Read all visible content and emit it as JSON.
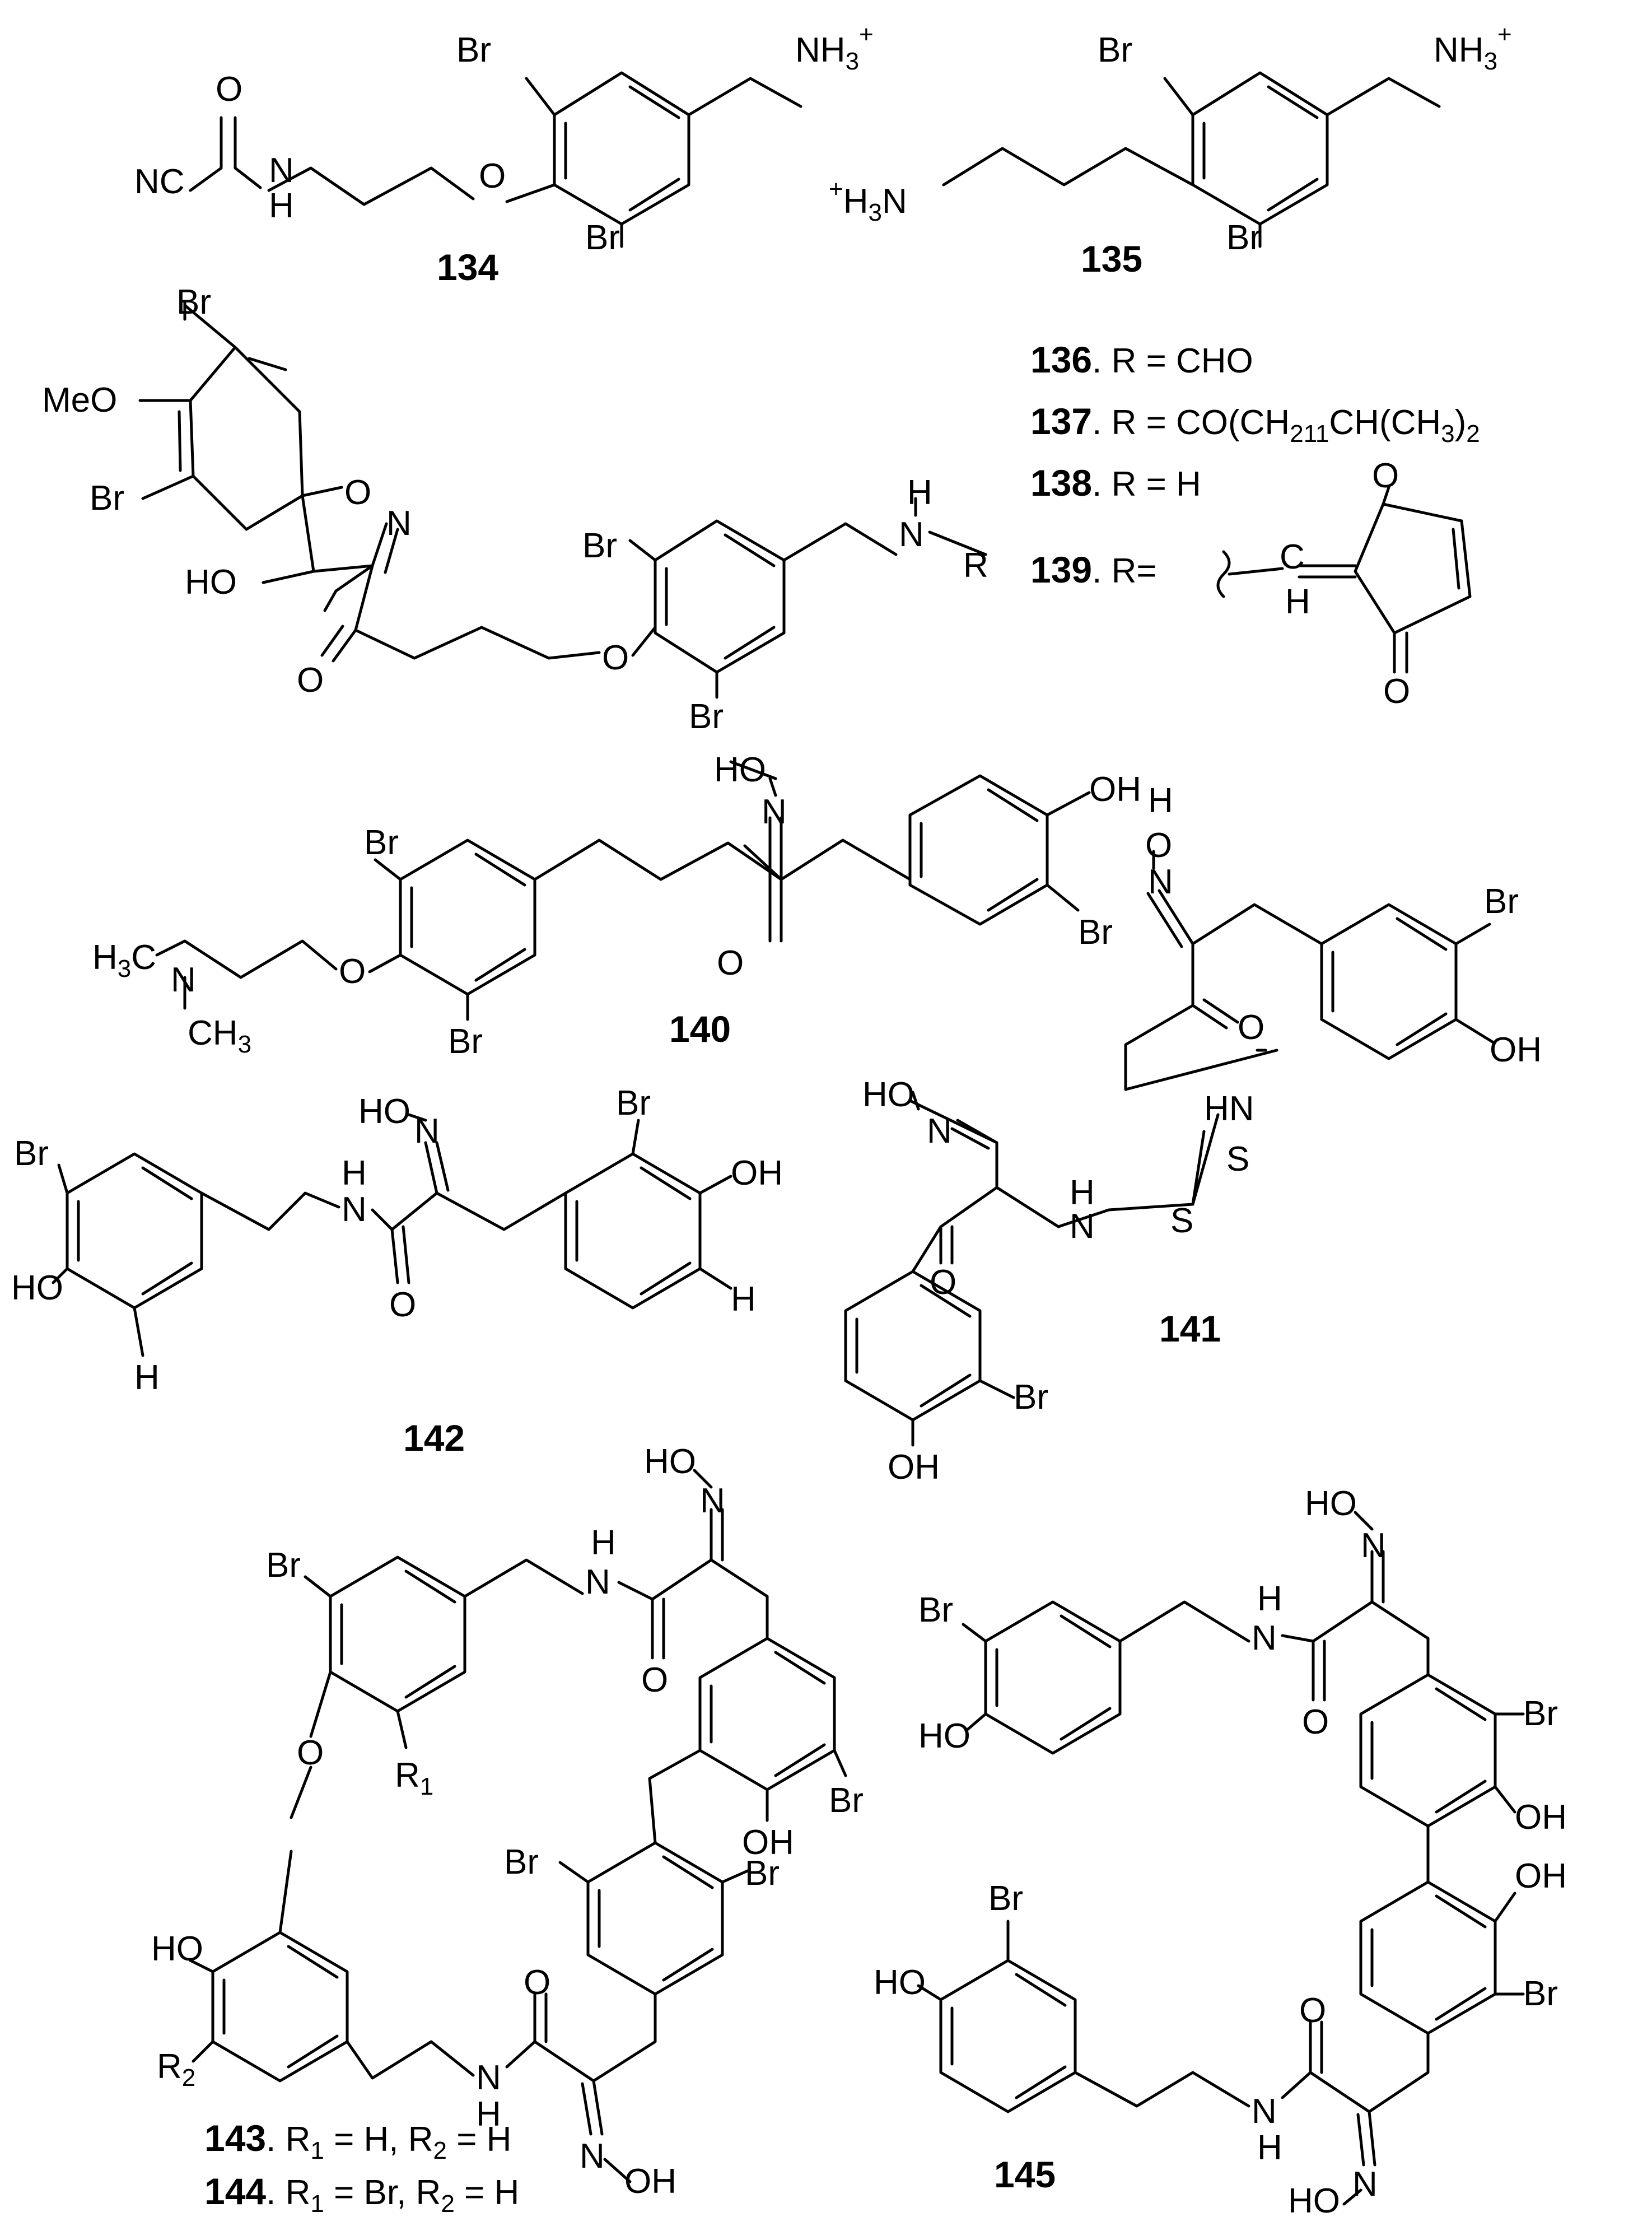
{
  "compounds": [
    {
      "id": "c134",
      "number": "134"
    },
    {
      "id": "c135",
      "number": "135"
    },
    {
      "id": "c136",
      "number": "136",
      "caption": ". R = CHO"
    },
    {
      "id": "c137",
      "number": "137",
      "caption": ". R = CO(CH2)11CH(CH3)2"
    },
    {
      "id": "c138",
      "number": "138",
      "caption": ". R = H"
    },
    {
      "id": "c139",
      "number": "139",
      "caption": ". R="
    },
    {
      "id": "c140",
      "number": "140"
    },
    {
      "id": "c141",
      "number": "141"
    },
    {
      "id": "c142",
      "number": "142"
    },
    {
      "id": "c143",
      "number": "143",
      "caption": ". R1 = H, R2 = H"
    },
    {
      "id": "c144",
      "number": "144",
      "caption": ". R1 = Br, R2 = H"
    },
    {
      "id": "c145",
      "number": "145"
    }
  ],
  "atoms": {
    "br": "Br",
    "o": "O",
    "n": "N",
    "h": "H",
    "s": "S",
    "hn": "HN",
    "r": "R",
    "r1": "R1",
    "r2": "R2",
    "oh": "OH",
    "ho": "HO",
    "nc": "NC",
    "meo": "MeO",
    "nh3": "NH3+",
    "h3n": "+H3N",
    "h3c": "H3C",
    "ch3": "CH3"
  }
}
